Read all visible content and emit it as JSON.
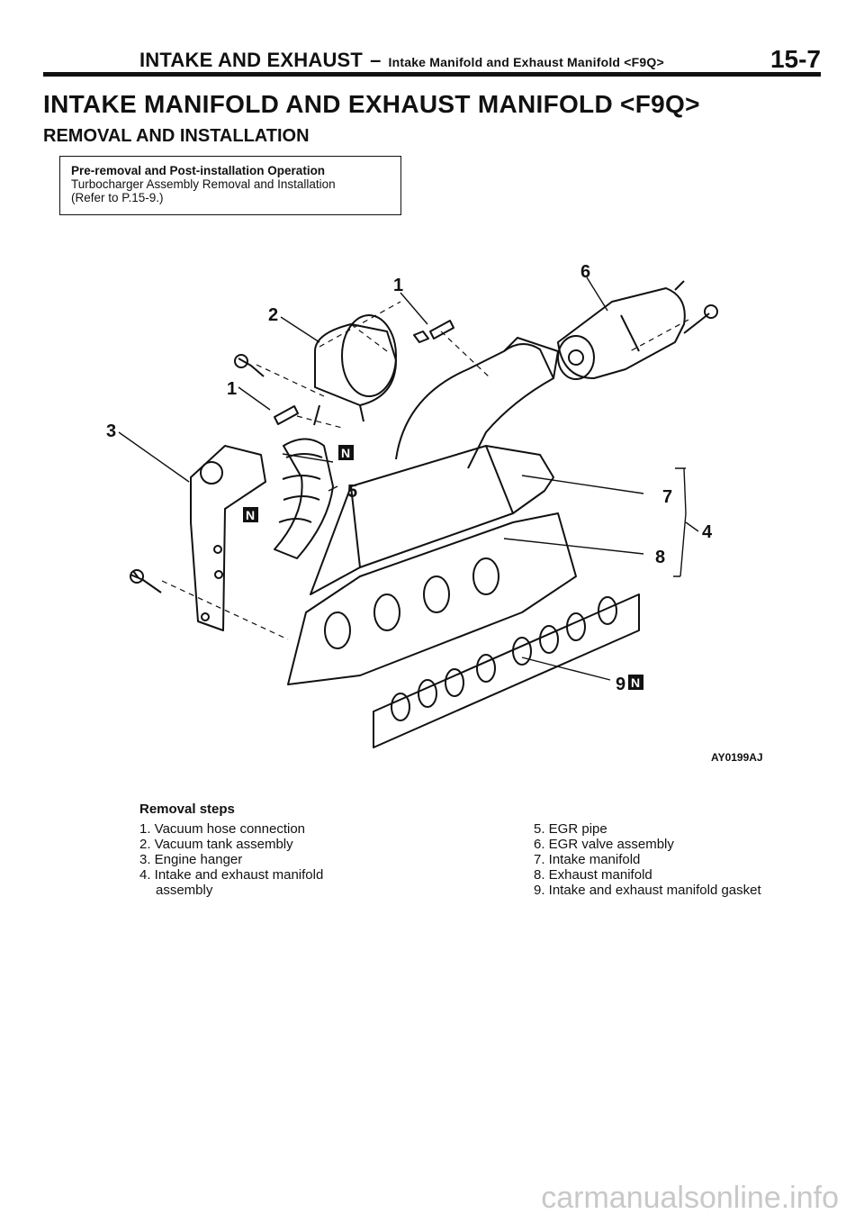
{
  "header": {
    "section": "INTAKE AND EXHAUST",
    "dash": "–",
    "subsection": "Intake Manifold and Exhaust Manifold <F9Q>",
    "page": "15-7"
  },
  "title": "INTAKE MANIFOLD AND EXHAUST MANIFOLD <F9Q>",
  "subtitle": "REMOVAL AND INSTALLATION",
  "pre_box": {
    "heading": "Pre-removal and Post-installation Operation",
    "line1": "Turbocharger Assembly Removal and Installation",
    "line2": "(Refer to P.15-9.)"
  },
  "figure": {
    "id": "AY0199AJ",
    "callouts": {
      "c1a": "1",
      "c1b": "1",
      "c2": "2",
      "c3": "3",
      "c4": "4",
      "c5": "5",
      "c6": "6",
      "c7": "7",
      "c8": "8",
      "c9": "9",
      "n": "N"
    }
  },
  "steps": {
    "heading": "Removal steps",
    "s1": "1. Vacuum hose connection",
    "s2": "2. Vacuum tank assembly",
    "s3": "3. Engine hanger",
    "s4": "4. Intake and exhaust manifold",
    "s4b": "assembly",
    "s5": "5. EGR pipe",
    "s6": "6. EGR valve assembly",
    "s7": "7. Intake manifold",
    "s8": "8. Exhaust manifold",
    "s9": "9. Intake and exhaust manifold gasket"
  },
  "watermark": "carmanualsonline.info"
}
